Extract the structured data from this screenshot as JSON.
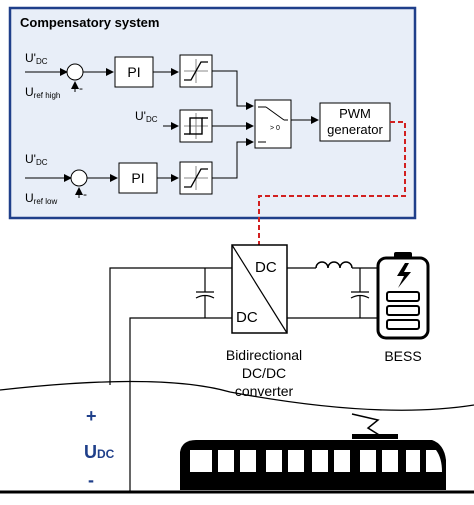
{
  "compensatory_system": {
    "title": "Compensatory system",
    "u_dc_top": "U'",
    "u_dc_top_sub": "DC",
    "u_ref_high": "U",
    "u_ref_high_sub": "ref high",
    "u_dc_mid": "U'",
    "u_dc_mid_sub": "DC",
    "u_dc_bottom": "U'",
    "u_dc_bottom_sub": "DC",
    "u_ref_low": "U",
    "u_ref_low_sub": "ref low",
    "pi_top": "PI",
    "pi_bottom": "PI",
    "switch_label": "> 0",
    "plus_sign": "+",
    "minus_sign": "-",
    "pwm_line1": "PWM",
    "pwm_line2": "generator"
  },
  "converter": {
    "dc_top": "DC",
    "dc_bottom": "DC",
    "caption_line1": "Bidirectional",
    "caption_line2": "DC/DC",
    "caption_line3": "converter"
  },
  "bess": {
    "label": "BESS"
  },
  "line_voltage": {
    "plus": "+",
    "u": "U",
    "sub": "DC",
    "minus": "-"
  },
  "colors": {
    "panel_fill": "#e8eef8",
    "panel_border": "#1f3f8a",
    "signal_line": "#d22020",
    "voltage_text": "#1f3f8a"
  }
}
